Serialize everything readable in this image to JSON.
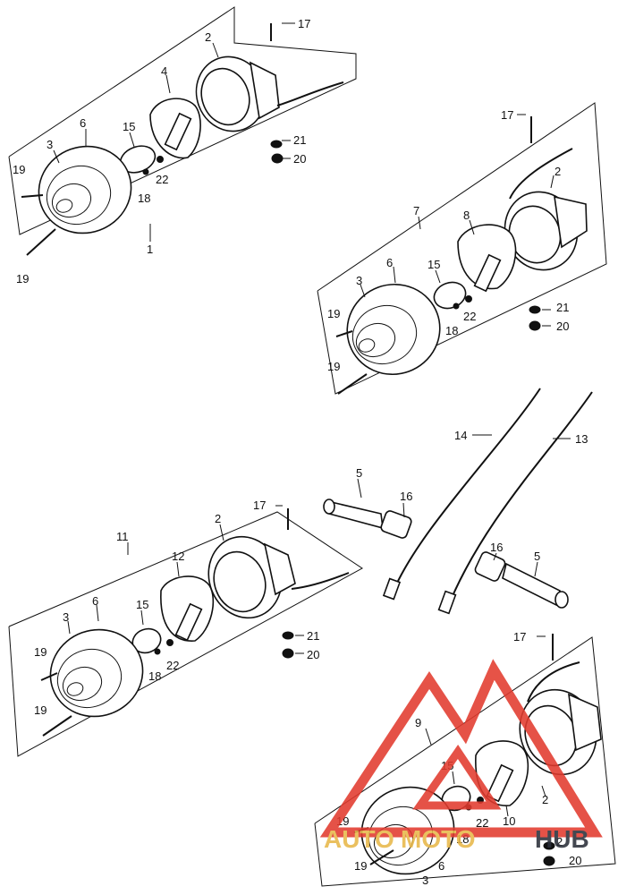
{
  "diagram": {
    "callouts": {
      "g1": [
        "17",
        "2",
        "4",
        "6",
        "3",
        "15",
        "21",
        "20",
        "19",
        "18",
        "22",
        "1",
        "19"
      ],
      "g2": [
        "17",
        "2",
        "7",
        "8",
        "6",
        "15",
        "3",
        "21",
        "20",
        "19",
        "22",
        "18",
        "19"
      ],
      "mid": [
        "14",
        "13",
        "5",
        "16",
        "16",
        "5"
      ],
      "g3": [
        "17",
        "2",
        "11",
        "12",
        "6",
        "3",
        "15",
        "21",
        "20",
        "19",
        "22",
        "18",
        "19"
      ],
      "g4": [
        "17",
        "9",
        "15",
        "19",
        "22",
        "18",
        "10",
        "2",
        "2",
        "20",
        "19",
        "3",
        "6"
      ]
    }
  },
  "watermark": {
    "brand_a": "AUTO",
    "brand_b": "MOTO",
    "brand_c": "HUB",
    "color_red": "#e23b2e",
    "color_gold": "#e8b84a",
    "color_dark": "#2b2f3a"
  }
}
